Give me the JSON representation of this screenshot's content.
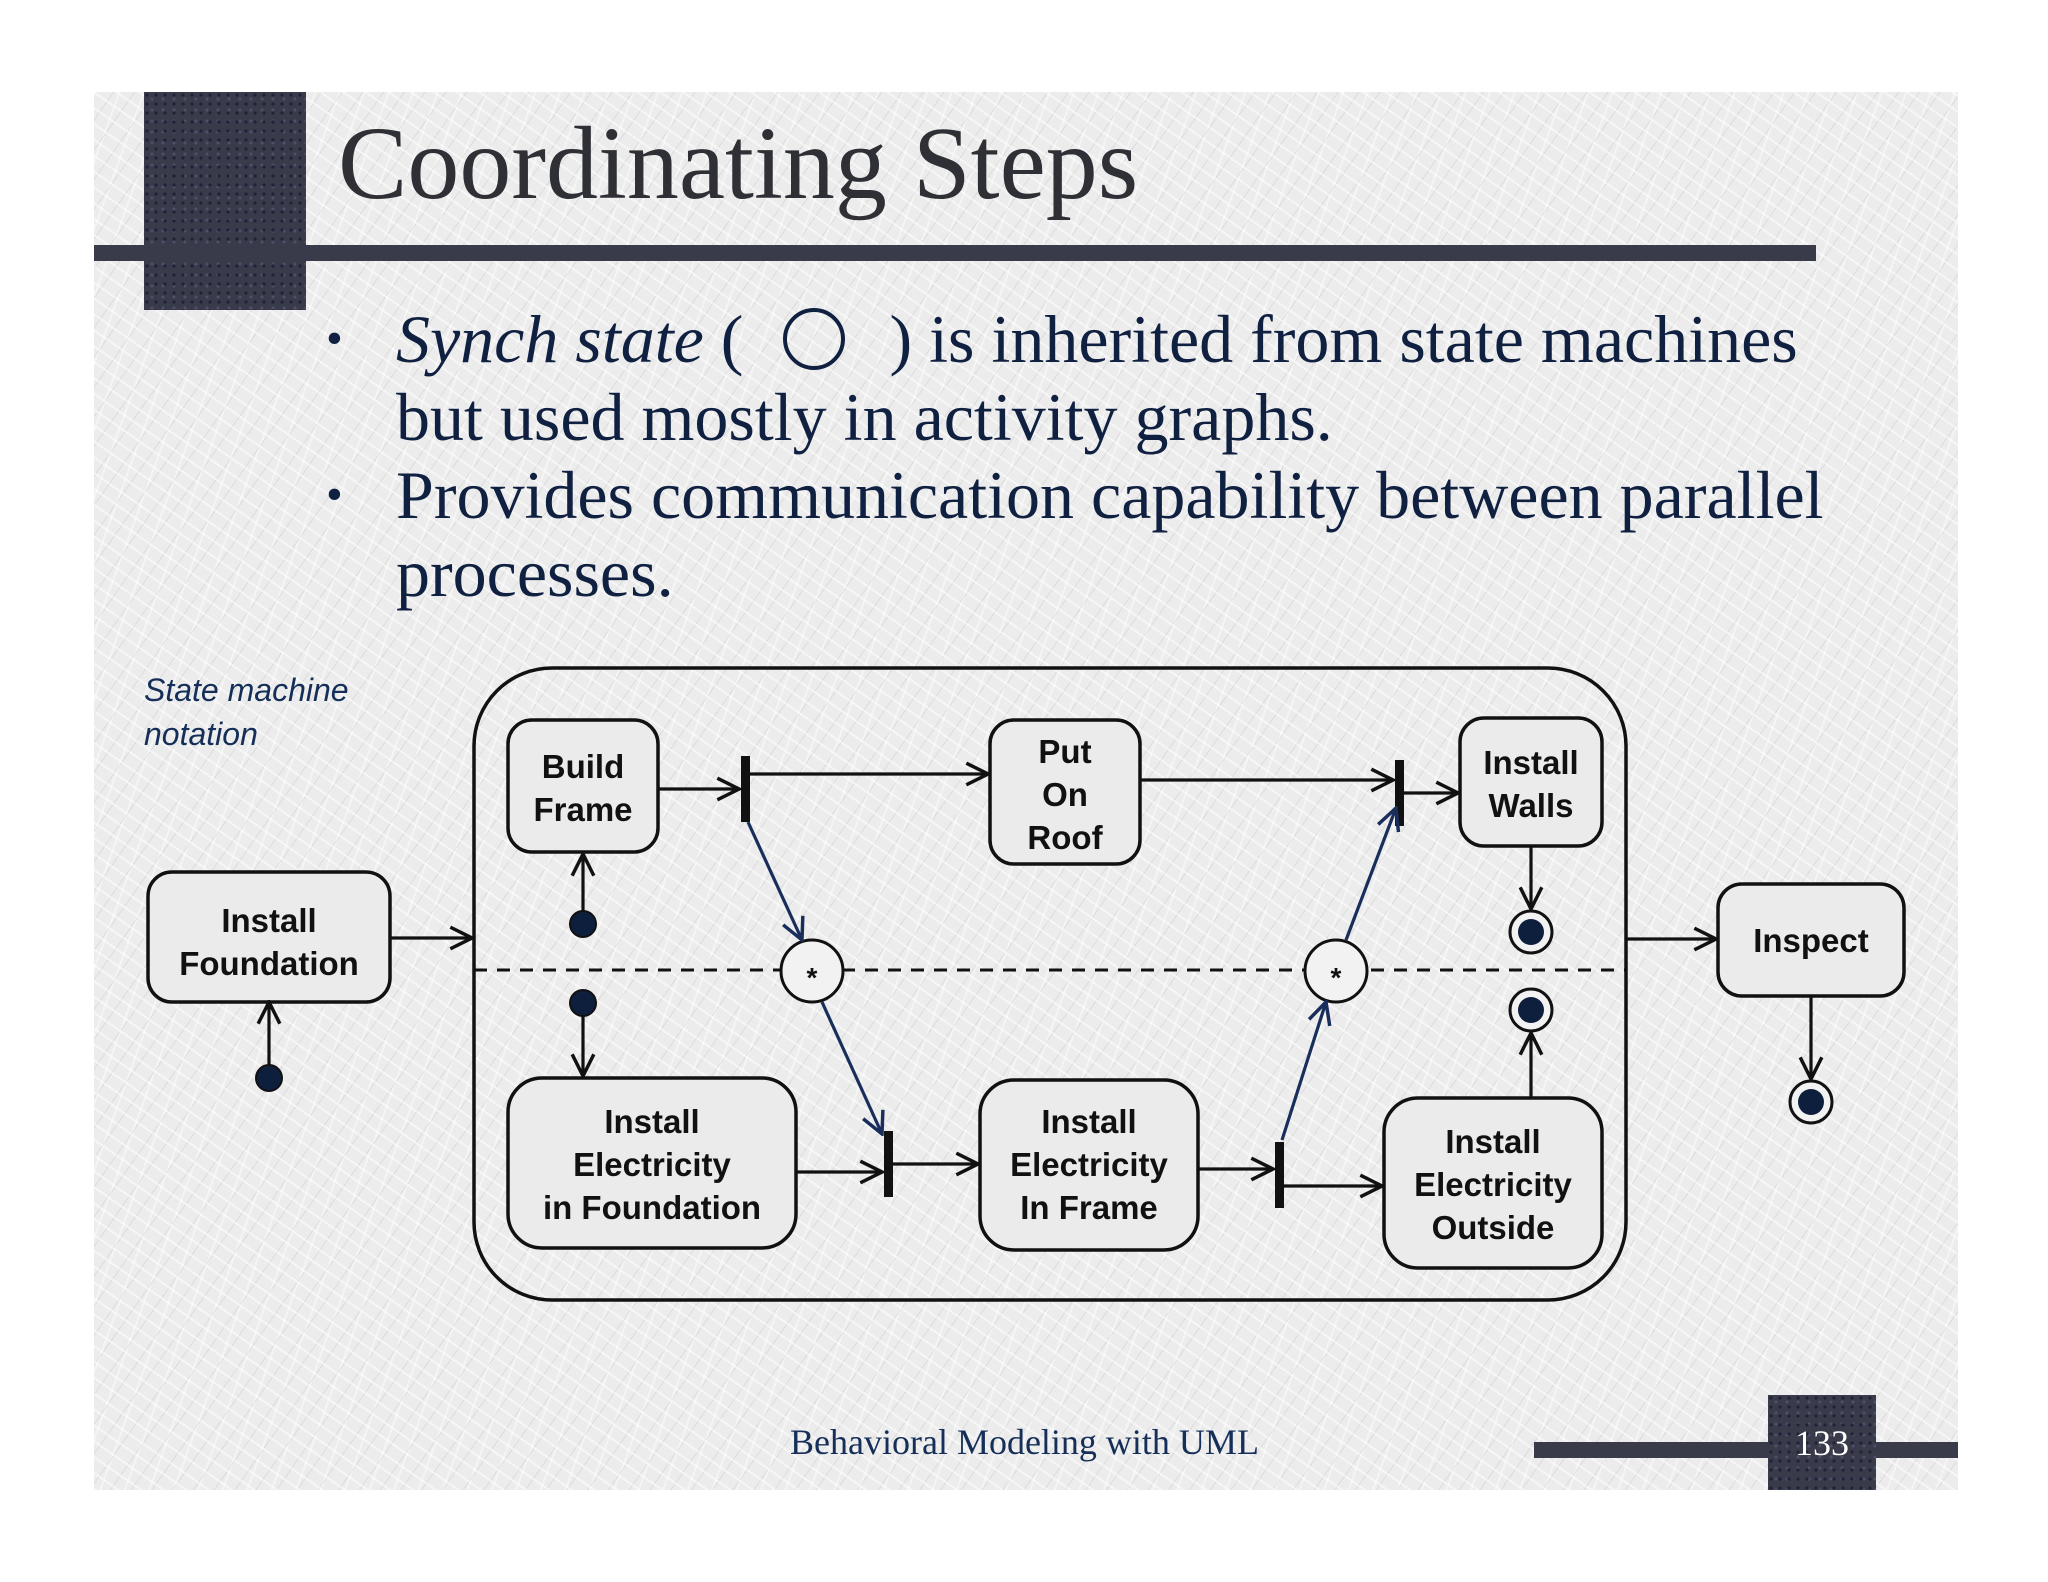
{
  "slide": {
    "title": "Coordinating Steps",
    "bullets": [
      {
        "italic_lead": "Synch state",
        "before_symbol": " (",
        "after_symbol": ") is inherited from state machines but used mostly in activity graphs."
      },
      {
        "text": "Provides communication capability between parallel processes."
      }
    ],
    "bullet_char": "•",
    "note_line1": "State machine",
    "note_line2": "notation",
    "footer": "Behavioral Modeling with UML",
    "page_number": "133"
  },
  "diagram": {
    "states": {
      "install_foundation": [
        "Install",
        "Foundation"
      ],
      "build_frame": [
        "Build",
        "Frame"
      ],
      "put_on_roof": [
        "Put",
        "On",
        "Roof"
      ],
      "install_walls": [
        "Install",
        "Walls"
      ],
      "inspect": [
        "Inspect"
      ],
      "electricity_foundation": [
        "Install",
        "Electricity",
        "in Foundation"
      ],
      "electricity_frame": [
        "Install",
        "Electricity",
        "In Frame"
      ],
      "electricity_outside": [
        "Install",
        "Electricity",
        "Outside"
      ]
    },
    "synch_label": "*",
    "colors": {
      "ink": "#111111",
      "synch_arrow": "#1a2e5c",
      "pseudostate_fill": "#0e1f3d"
    }
  }
}
